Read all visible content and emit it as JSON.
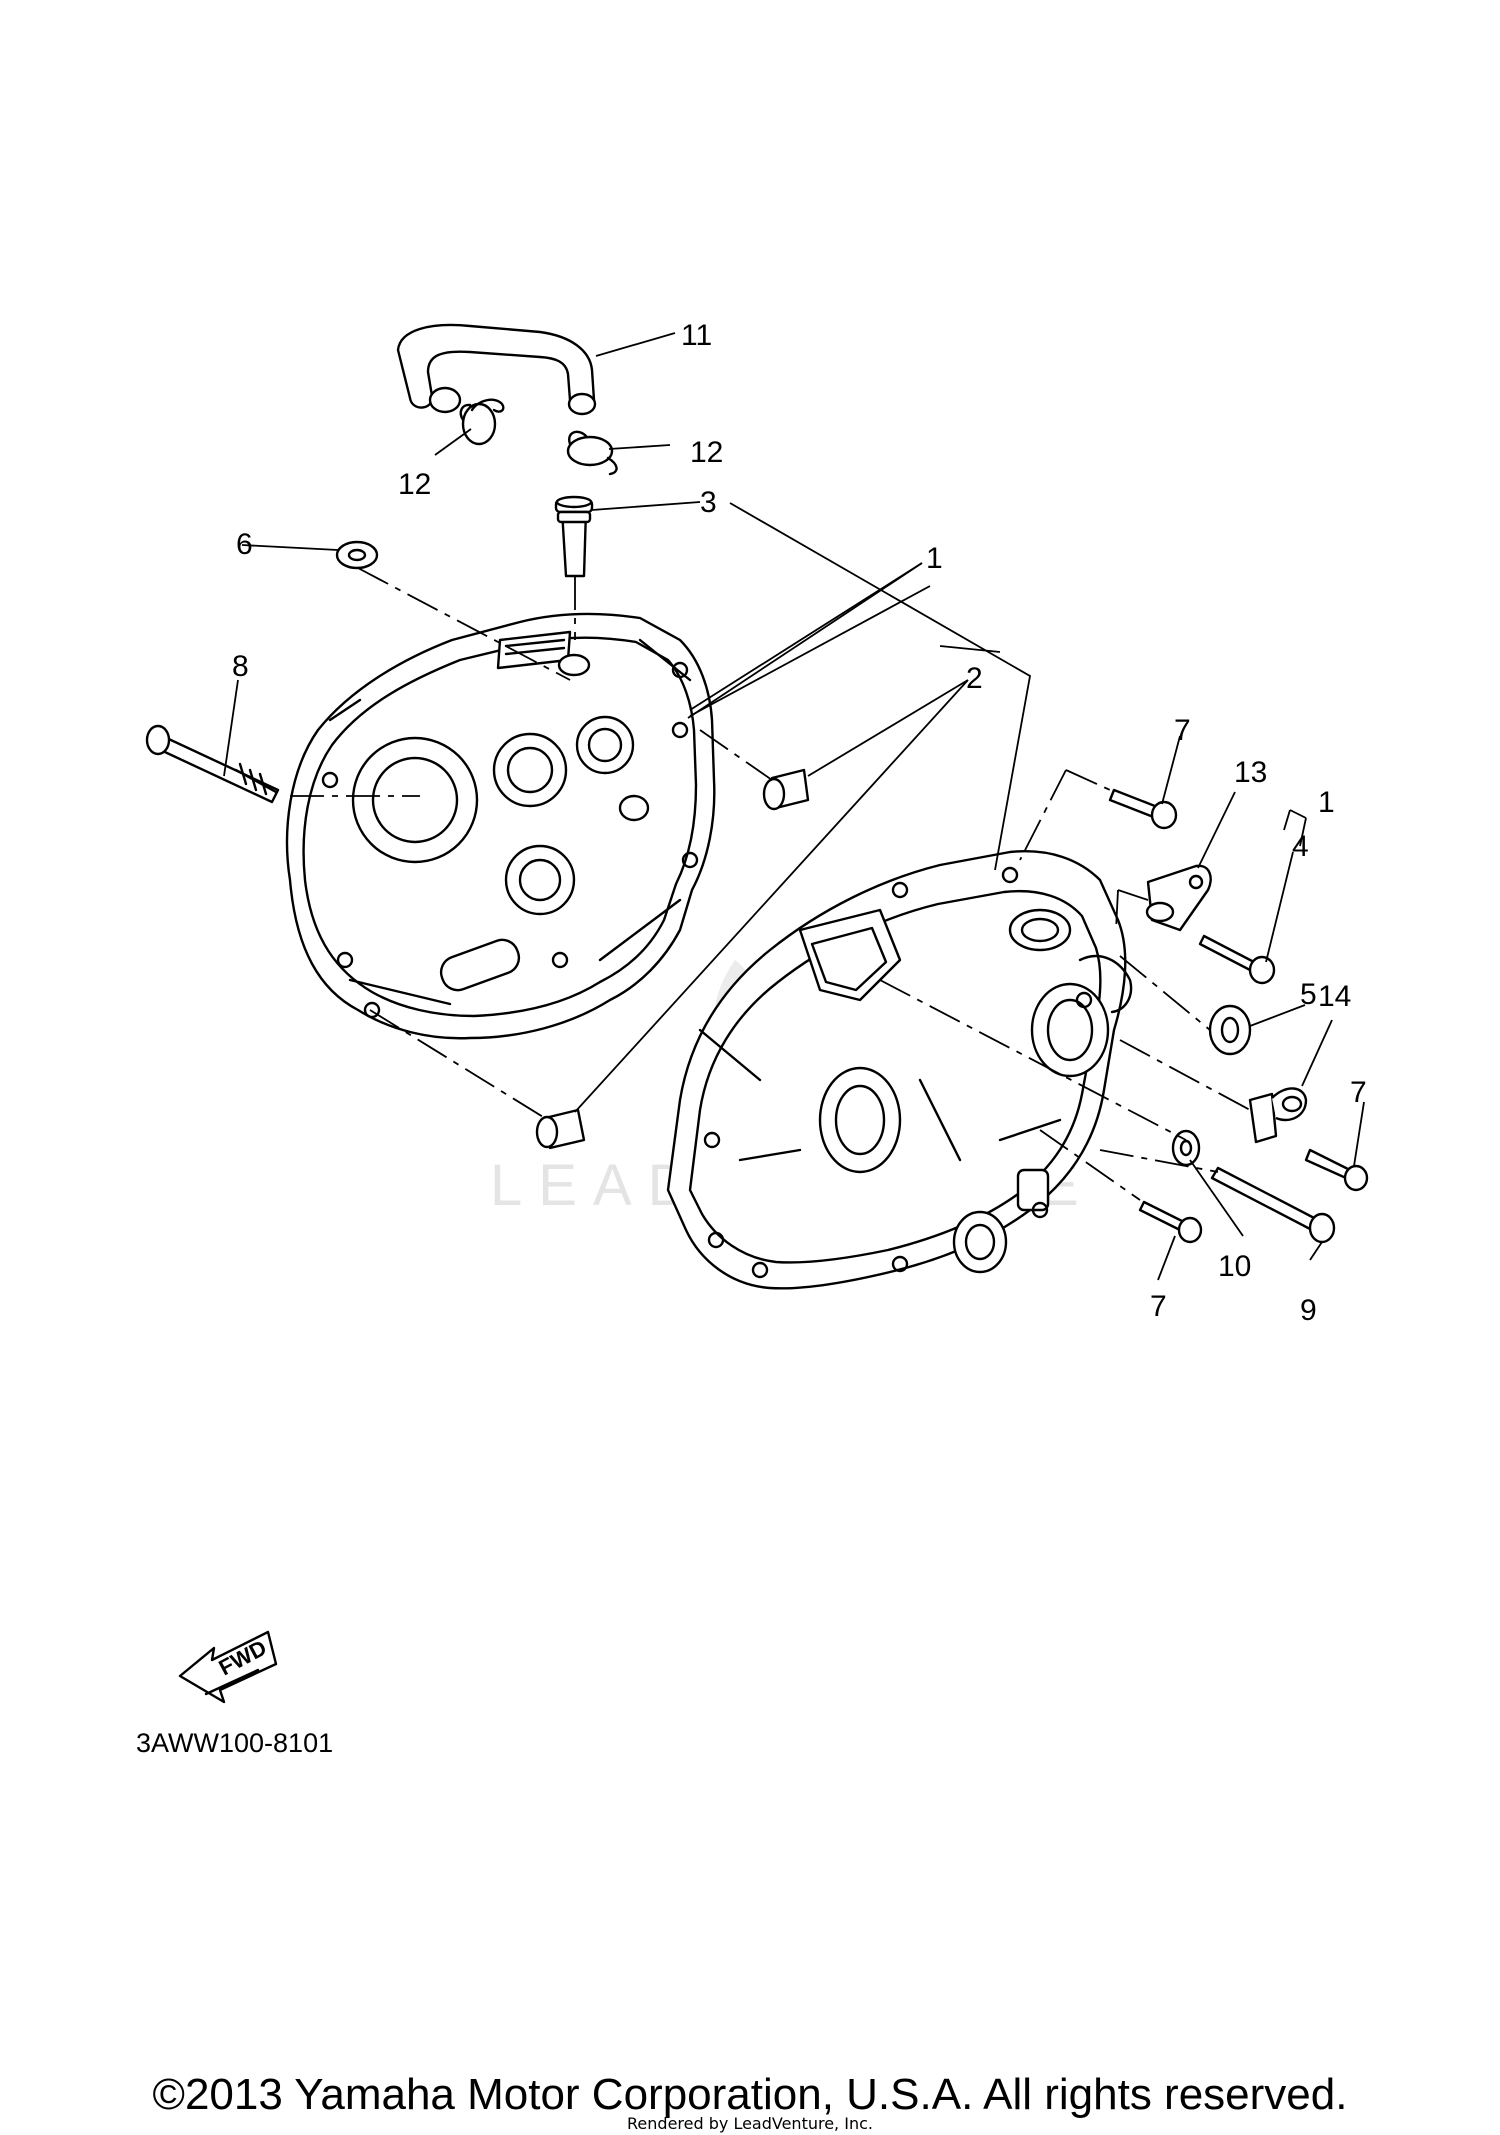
{
  "callouts": {
    "c1_top": "1",
    "c1_right": "1",
    "c2": "2",
    "c3": "3",
    "c4": "4",
    "c5": "5",
    "c6": "6",
    "c7_top": "7",
    "c7_right": "7",
    "c7_bottom": "7",
    "c8": "8",
    "c9": "9",
    "c10": "10",
    "c11": "11",
    "c12_left": "12",
    "c12_right": "12",
    "c13": "13",
    "c14": "14"
  },
  "fwd_label": "FWD",
  "diagram_code": "3AWW100-8101",
  "watermark": "LEADVENTURE",
  "copyright": "©2013 Yamaha Motor Corporation, U.S.A. All rights reserved.",
  "rendered_by": "Rendered by LeadVenture, Inc."
}
